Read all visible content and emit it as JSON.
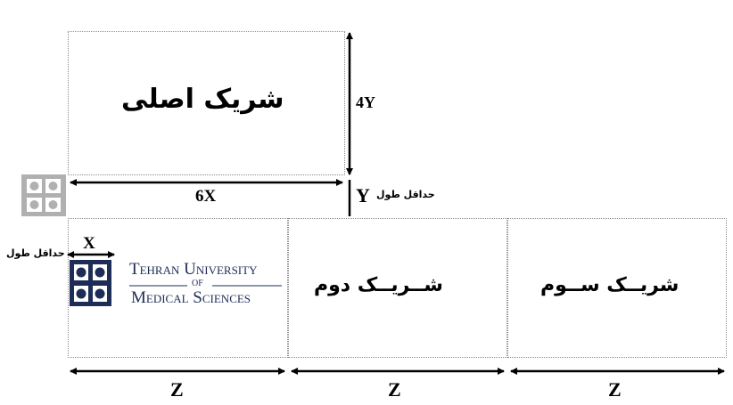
{
  "partners": {
    "main": "شریک اصلی",
    "second": "شــریــک دوم",
    "third": "شریــک ســوم"
  },
  "dimensions": {
    "height_4y": "4Y",
    "width_6x": "6X",
    "gap_y": "Y",
    "logo_x": "X",
    "z1": "Z",
    "z2": "Z",
    "z3": "Z"
  },
  "notes": {
    "min_length_top": "حداقل طول",
    "min_length_left": "حداقل طول"
  },
  "logo": {
    "line1": "Tehran University",
    "line_of": "of",
    "line2": "Medical Sciences"
  },
  "colors": {
    "logo_blue": "#1e2d57",
    "arrow": "#000000",
    "dotted_border": "#8a8a8a",
    "ghost_logo": "#b0b0b0"
  }
}
